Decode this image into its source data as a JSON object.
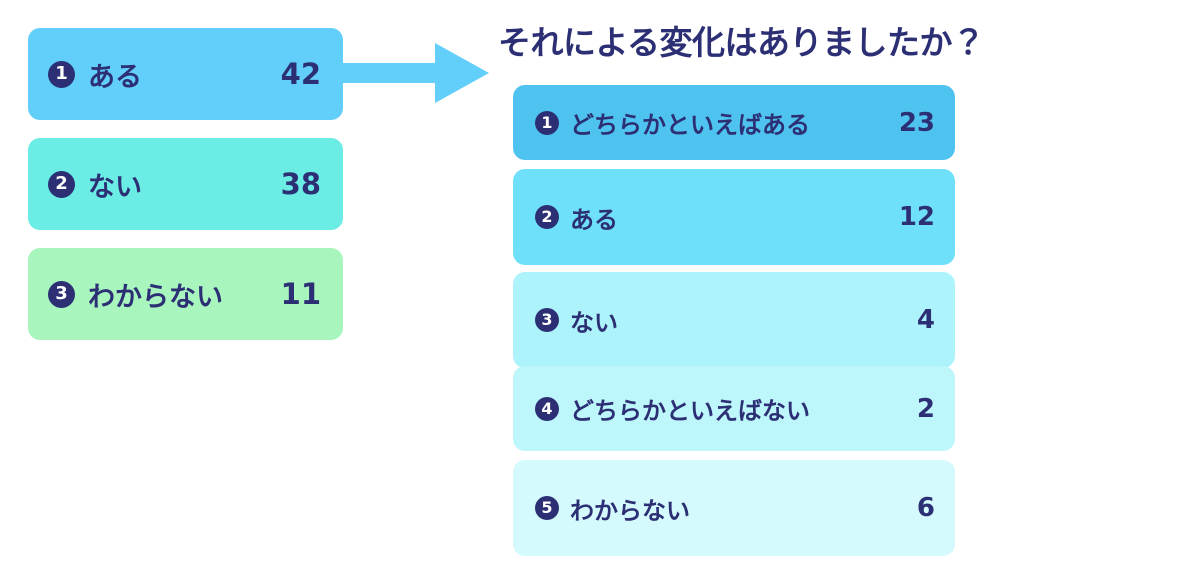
{
  "left_panel": {
    "options": [
      {
        "rank": "1",
        "badge_glyph": "1",
        "label": "ある",
        "count": "42",
        "color": "#62cefa"
      },
      {
        "rank": "2",
        "badge_glyph": "2",
        "label": "ない",
        "count": "38",
        "color": "#6bede6"
      },
      {
        "rank": "3",
        "badge_glyph": "3",
        "label": "わからない",
        "count": "11",
        "color": "#a8f5be"
      }
    ]
  },
  "connector": {
    "icon": "right-arrow-icon",
    "color": "#62cefa"
  },
  "right_panel": {
    "title": "それによる変化はありましたか？",
    "title_color": "#2c2f74",
    "options": [
      {
        "rank": "1",
        "badge_glyph": "1",
        "label": "どちらかといえばある",
        "count": "23",
        "color": "#4fc3f0"
      },
      {
        "rank": "2",
        "badge_glyph": "2",
        "label": "ある",
        "count": "12",
        "color": "#6fe0fa"
      },
      {
        "rank": "3",
        "badge_glyph": "3",
        "label": "ない",
        "count": "4",
        "color": "#adf3fb"
      },
      {
        "rank": "4",
        "badge_glyph": "4",
        "label": "どちらかといえばない",
        "count": "2",
        "color": "#bdf7fc"
      },
      {
        "rank": "5",
        "badge_glyph": "5",
        "label": "わからない",
        "count": "6",
        "color": "#d4fafd"
      }
    ]
  },
  "chart_data": {
    "type": "bar",
    "title": "それによる変化はありましたか？",
    "xlabel": "",
    "ylabel": "",
    "charts": [
      {
        "name": "left-question-results",
        "categories": [
          "ある",
          "ない",
          "わからない"
        ],
        "values": [
          42,
          38,
          11
        ],
        "colors": [
          "#62cefa",
          "#6bede6",
          "#a8f5be"
        ]
      },
      {
        "name": "right-question-results",
        "title": "それによる変化はありましたか？",
        "categories": [
          "どちらかといえばある",
          "ある",
          "ない",
          "どちらかといえばない",
          "わからない"
        ],
        "values": [
          23,
          12,
          4,
          2,
          6
        ],
        "colors": [
          "#4fc3f0",
          "#6fe0fa",
          "#adf3fb",
          "#bdf7fc",
          "#d4fafd"
        ]
      }
    ]
  }
}
